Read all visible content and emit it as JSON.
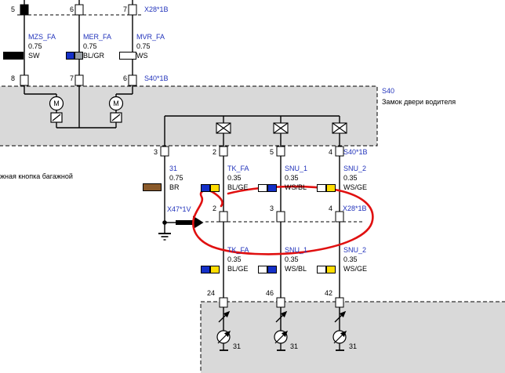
{
  "colors": {
    "accent_blue": "#2233bb",
    "module_box_fill": "#d9d9d9",
    "annotation_red": "#e01010",
    "wire_line": "#000000",
    "swatch_palette": {
      "SW": "#000000",
      "WS": "#ffffff",
      "BL": "#1530c8",
      "GR": "#9aa0a6",
      "GE": "#ffdd00",
      "BR": "#8a5a2b"
    }
  },
  "modules": {
    "s40": {
      "id": "S40",
      "description": "Замок двери водителя"
    },
    "left_truncated": {
      "description": "жная кнопка багажной"
    }
  },
  "connectors": {
    "x28_top": {
      "label": "X28*1B",
      "pins": [
        "5",
        "6",
        "7"
      ]
    },
    "s40_top": {
      "label": "S40*1B",
      "pins": [
        "8",
        "7",
        "6"
      ]
    },
    "s40_bottom": {
      "label": "S40*1B",
      "pins": [
        "3",
        "2",
        "5",
        "4"
      ]
    },
    "x28_mid": {
      "label": "X28*1B",
      "pins": [
        "2",
        "3",
        "4"
      ]
    },
    "x47": {
      "label": "X47*1V"
    },
    "bottom_module": {
      "pins": [
        "24",
        "46",
        "42"
      ]
    }
  },
  "wires_top": [
    {
      "name": "MZS_FA",
      "size": "0.75",
      "color": "SW"
    },
    {
      "name": "MER_FA",
      "size": "0.75",
      "color": "BL/GR"
    },
    {
      "name": "MVR_FA",
      "size": "0.75",
      "color": "WS"
    }
  ],
  "wires_mid": [
    {
      "name": "31",
      "size": "0.75",
      "color": "BR"
    },
    {
      "name": "TK_FA",
      "size": "0.35",
      "color": "BL/GE"
    },
    {
      "name": "SNU_1",
      "size": "0.35",
      "color": "WS/BL"
    },
    {
      "name": "SNU_2",
      "size": "0.35",
      "color": "WS/GE"
    }
  ],
  "wires_lower": [
    {
      "name": "TK_FA",
      "size": "0.35",
      "color": "BL/GE"
    },
    {
      "name": "SNU_1",
      "size": "0.35",
      "color": "WS/BL"
    },
    {
      "name": "SNU_2",
      "size": "0.35",
      "color": "WS/GE"
    }
  ],
  "ground": {
    "terminal": "31"
  },
  "symbols": {
    "motor_letter": "M"
  }
}
